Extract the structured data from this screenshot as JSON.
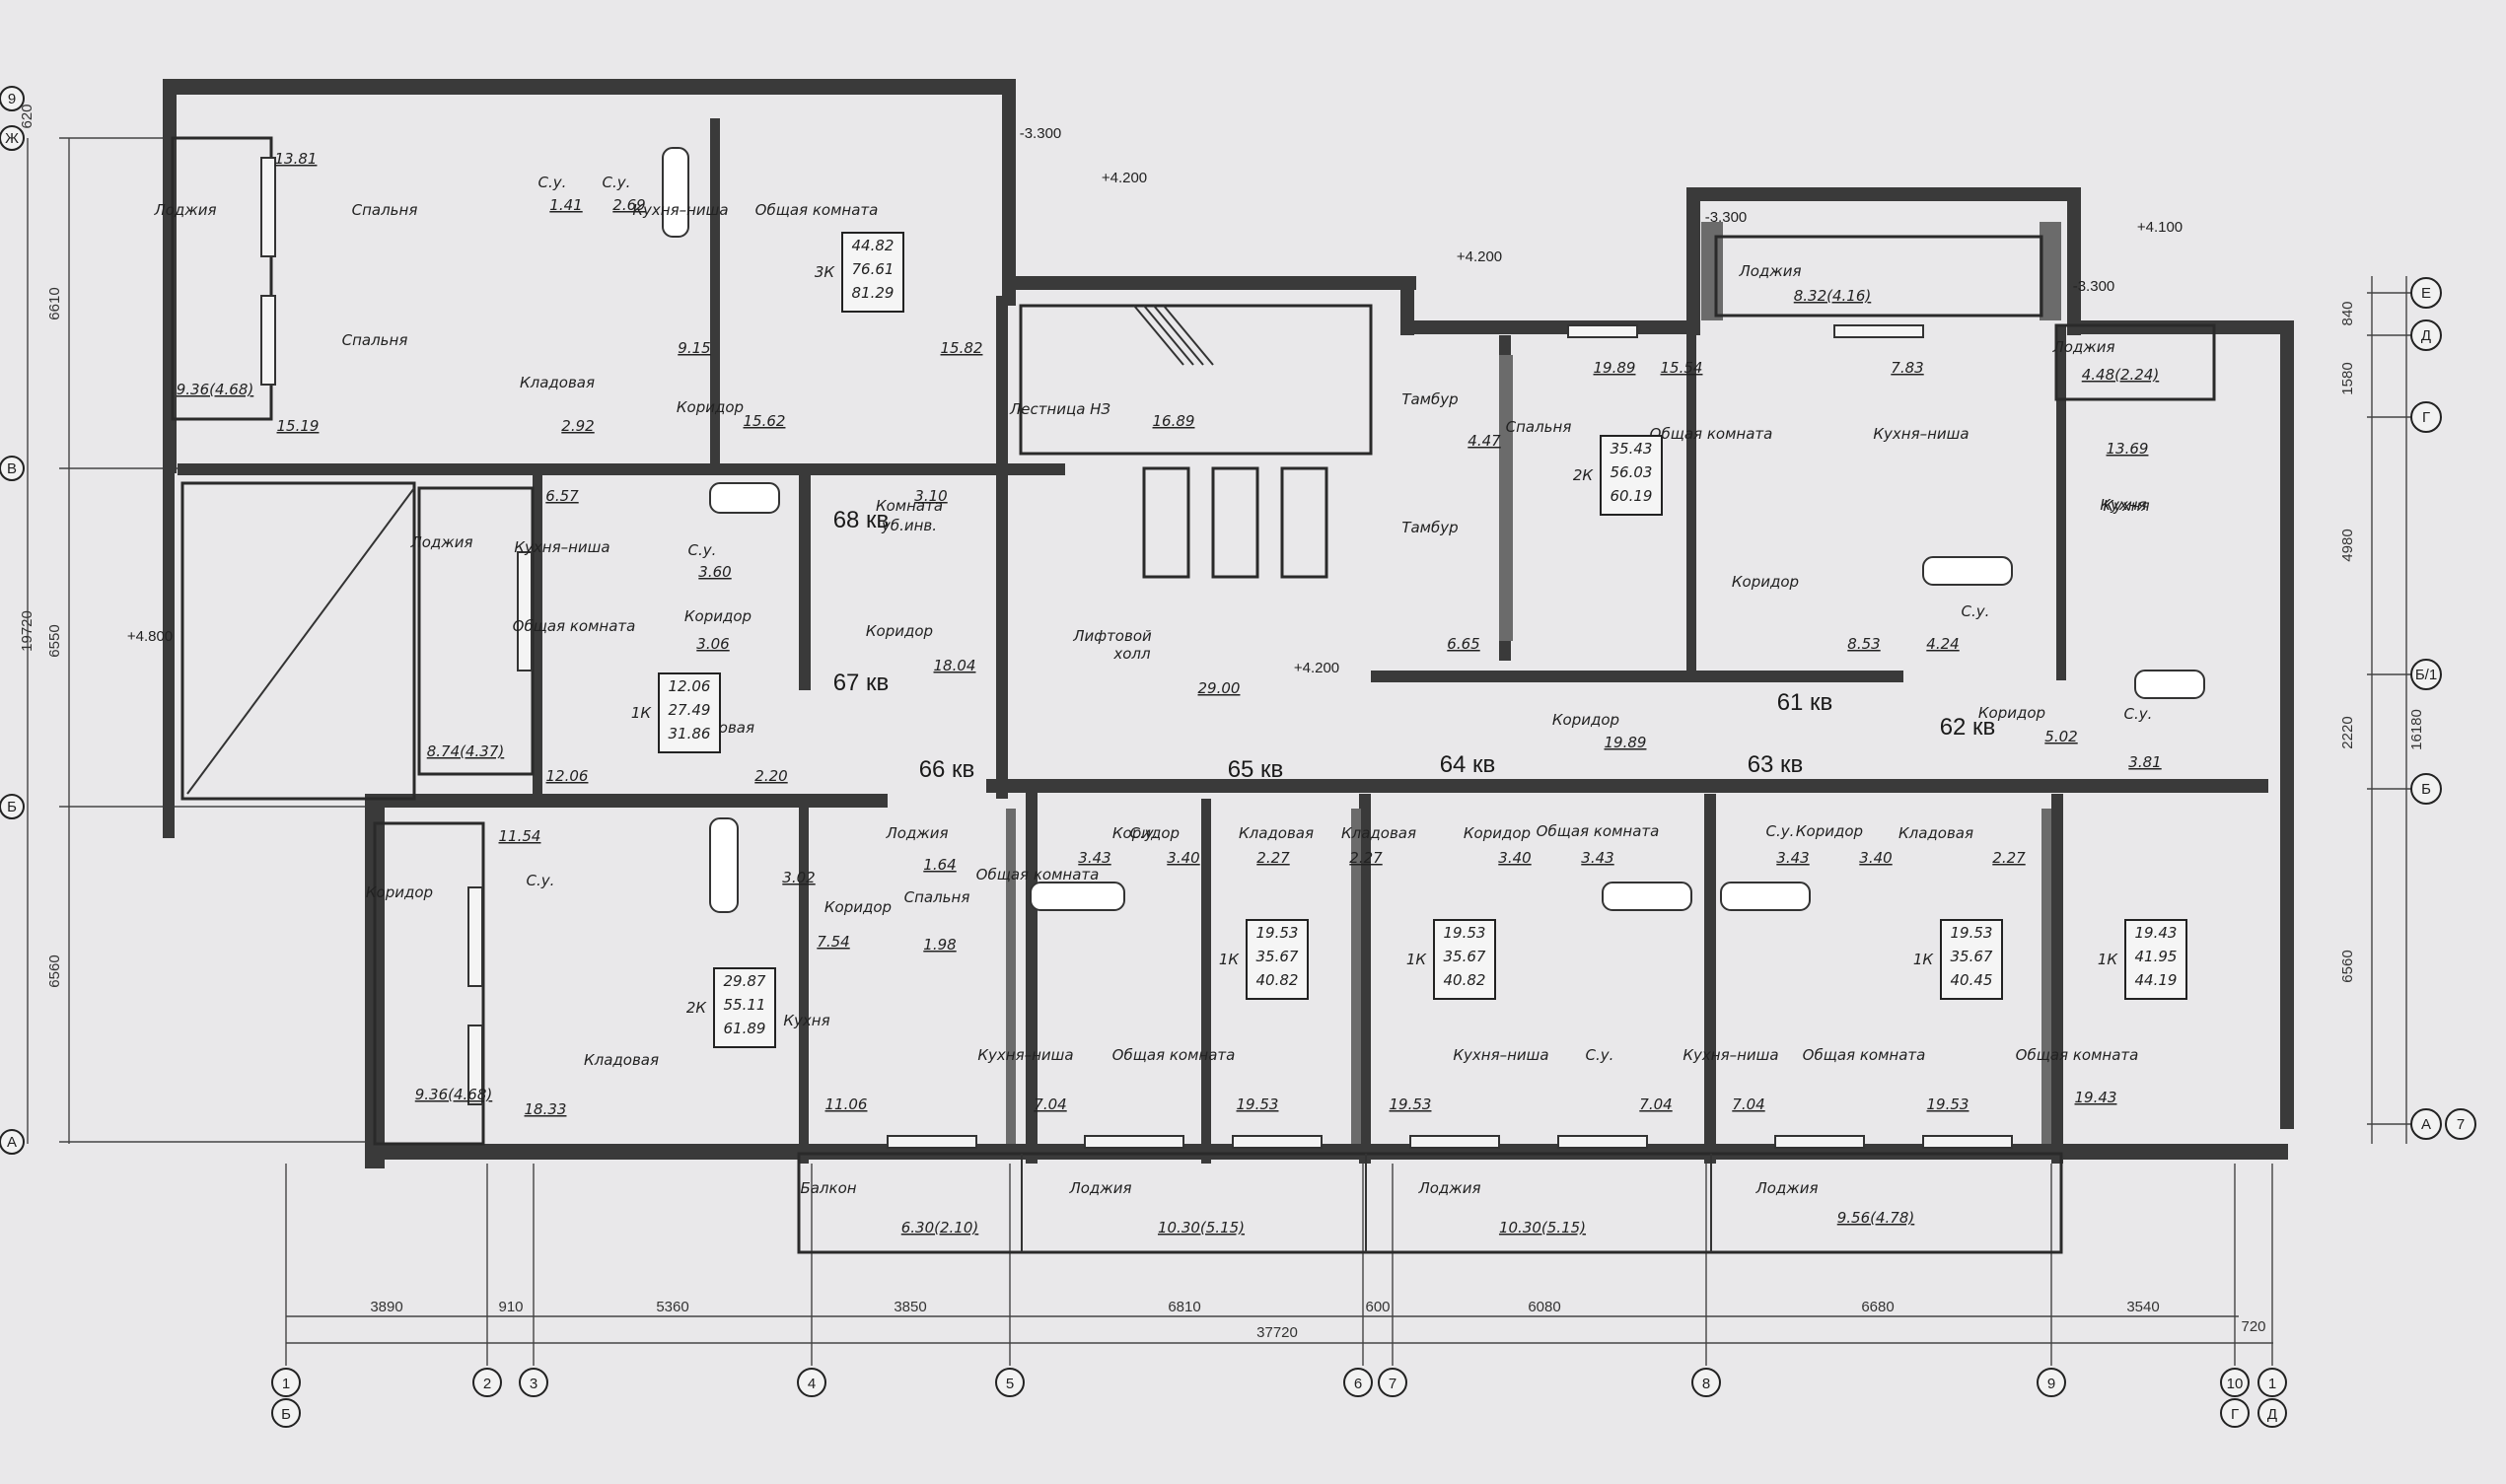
{
  "rooms": [
    {
      "id": "r1",
      "name": "Лоджия"
    },
    {
      "id": "r2",
      "name": "Спальня"
    },
    {
      "id": "r3",
      "name": "Спальня"
    },
    {
      "id": "r4",
      "name": "С.у."
    },
    {
      "id": "r5",
      "name": "С.у."
    },
    {
      "id": "r6",
      "name": "Кухня–ниша"
    },
    {
      "id": "r7",
      "name": "Общая комната"
    },
    {
      "id": "r8",
      "name": "Кладовая"
    },
    {
      "id": "r9",
      "name": "Коридор"
    },
    {
      "id": "r10",
      "name": "Лестница НЗ"
    },
    {
      "id": "r11",
      "name": "Тамбур"
    },
    {
      "id": "r12",
      "name": "Тамбур"
    },
    {
      "id": "r13",
      "name": "Лоджия"
    },
    {
      "id": "r14",
      "name": "Спальня"
    },
    {
      "id": "r15",
      "name": "Общая комната"
    },
    {
      "id": "r16",
      "name": "Кухня–ниша"
    },
    {
      "id": "r17",
      "name": "Лоджия"
    },
    {
      "id": "r18",
      "name": "Кухня"
    },
    {
      "id": "r19",
      "name": "Коридор"
    },
    {
      "id": "r20",
      "name": "С.у."
    },
    {
      "id": "r21",
      "name": "Лоджия"
    },
    {
      "id": "r22",
      "name": "Кухня–ниша"
    },
    {
      "id": "r23",
      "name": "С.у."
    },
    {
      "id": "r24",
      "name": "Общая комната"
    },
    {
      "id": "r25",
      "name": "Коридор"
    },
    {
      "id": "r26",
      "name": "Кладовая"
    },
    {
      "id": "r27",
      "name": "Комната"
    },
    {
      "id": "r28",
      "name": "уб.инв."
    },
    {
      "id": "r29",
      "name": "Коридор"
    },
    {
      "id": "r30",
      "name": "Лифтовой"
    },
    {
      "id": "r31",
      "name": "холл"
    },
    {
      "id": "r32",
      "name": "Коридор"
    },
    {
      "id": "r33",
      "name": "Коридор"
    },
    {
      "id": "r34",
      "name": "С.у."
    },
    {
      "id": "r35",
      "name": "Лоджия"
    },
    {
      "id": "r36",
      "name": "Спальня"
    },
    {
      "id": "r37",
      "name": "Общая комната"
    },
    {
      "id": "r38",
      "name": "Кладовая"
    },
    {
      "id": "r39",
      "name": "С.у."
    },
    {
      "id": "r40",
      "name": "Коридор"
    },
    {
      "id": "r41",
      "name": "Кухня"
    },
    {
      "id": "r42",
      "name": "Кухня–ниша"
    },
    {
      "id": "r43",
      "name": "Общая комната"
    },
    {
      "id": "r44",
      "name": "Коридор"
    },
    {
      "id": "r45",
      "name": "Кладовая"
    },
    {
      "id": "r46",
      "name": "Кладовая"
    },
    {
      "id": "r47",
      "name": "Коридор"
    },
    {
      "id": "r48",
      "name": "Общая комната"
    },
    {
      "id": "r49",
      "name": "Кухня–ниша"
    },
    {
      "id": "r50",
      "name": "С.у."
    },
    {
      "id": "r51",
      "name": "С.у."
    },
    {
      "id": "r52",
      "name": "Коридор"
    },
    {
      "id": "r53",
      "name": "Кладовая"
    },
    {
      "id": "r54",
      "name": "Кухня–ниша"
    },
    {
      "id": "r55",
      "name": "Общая комната"
    },
    {
      "id": "r56",
      "name": "Общая комната"
    },
    {
      "id": "r57",
      "name": "Балкон"
    },
    {
      "id": "r58",
      "name": "Лоджия"
    },
    {
      "id": "r59",
      "name": "Лоджия"
    },
    {
      "id": "r60",
      "name": "Лоджия"
    },
    {
      "id": "r61",
      "name": "С.у."
    },
    {
      "id": "r62",
      "name": "Кухня"
    },
    {
      "id": "r63",
      "name": "Коридор"
    }
  ],
  "areas": [
    "13.81",
    "1.41",
    "2.69",
    "9.36(4.68)",
    "15.19",
    "2.92",
    "9.15",
    "15.62",
    "15.82",
    "16.89",
    "4.47",
    "6.65",
    "19.89",
    "15.54",
    "7.83",
    "8.32(4.16)",
    "4.48(2.24)",
    "13.69",
    "8.53",
    "4.24",
    "3.81",
    "5.02",
    "6.57",
    "3.60",
    "3.06",
    "8.74(4.37)",
    "12.06",
    "2.20",
    "3.10",
    "18.04",
    "29.00",
    "19.89",
    "11.54",
    "3.02",
    "1.64",
    "1.98",
    "7.54",
    "9.36(4.68)",
    "18.33",
    "11.06",
    "3.43",
    "3.40",
    "2.27",
    "2.27",
    "3.40",
    "3.43",
    "3.43",
    "3.40",
    "2.27",
    "7.04",
    "19.53",
    "19.53",
    "7.04",
    "7.04",
    "19.53",
    "19.43",
    "6.30(2.10)",
    "10.30(5.15)",
    "10.30(5.15)",
    "9.56(4.78)"
  ],
  "apartments": [
    {
      "num": "68 кв"
    },
    {
      "num": "67 кв"
    },
    {
      "num": "66 кв"
    },
    {
      "num": "65 кв"
    },
    {
      "num": "64 кв"
    },
    {
      "num": "63 кв"
    },
    {
      "num": "62 кв"
    },
    {
      "num": "61 кв"
    }
  ],
  "summaries": [
    {
      "rooms": "3К",
      "living": "44.82",
      "total": "76.61",
      "with_loggia": "81.29"
    },
    {
      "rooms": "2К",
      "living": "35.43",
      "total": "56.03",
      "with_loggia": "60.19"
    },
    {
      "rooms": "1К",
      "living": "12.06",
      "total": "27.49",
      "with_loggia": "31.86"
    },
    {
      "rooms": "2К",
      "living": "29.87",
      "total": "55.11",
      "with_loggia": "61.89"
    },
    {
      "rooms": "1К",
      "living": "19.53",
      "total": "35.67",
      "with_loggia": "40.82"
    },
    {
      "rooms": "1К",
      "living": "19.53",
      "total": "35.67",
      "with_loggia": "40.82"
    },
    {
      "rooms": "1К",
      "living": "19.53",
      "total": "35.67",
      "with_loggia": "40.45"
    },
    {
      "rooms": "1К",
      "living": "19.43",
      "total": "41.95",
      "with_loggia": "44.19"
    }
  ],
  "levels": [
    "-3.300",
    "+4.200",
    "+4.200",
    "-3.300",
    "+4.100",
    "-3.300",
    "+4.800",
    "+4.200"
  ],
  "dims_bottom": [
    "3890",
    "910",
    "5360",
    "3850",
    "6810",
    "600",
    "6080",
    "6680",
    "3540",
    "720",
    "37720"
  ],
  "dims_right": [
    "840",
    "1580",
    "4980",
    "2220",
    "6560",
    "16180"
  ],
  "dims_left": [
    "620",
    "6610",
    "6550",
    "19720",
    "6560"
  ],
  "axes_bottom": [
    {
      "n": "1",
      "sub": "Б"
    },
    {
      "n": "2",
      "sub": ""
    },
    {
      "n": "3",
      "sub": ""
    },
    {
      "n": "4",
      "sub": ""
    },
    {
      "n": "5",
      "sub": ""
    },
    {
      "n": "6",
      "sub": ""
    },
    {
      "n": "7",
      "sub": ""
    },
    {
      "n": "8",
      "sub": ""
    },
    {
      "n": "9",
      "sub": ""
    },
    {
      "n": "10",
      "sub": "Г"
    },
    {
      "n": "1",
      "sub": "Д"
    }
  ],
  "axes_right": [
    "Е",
    "Д",
    "Г",
    "Б/1",
    "Б",
    "А",
    "7"
  ],
  "axes_left": [
    "9",
    "Ж",
    "В",
    "Б",
    "А"
  ]
}
